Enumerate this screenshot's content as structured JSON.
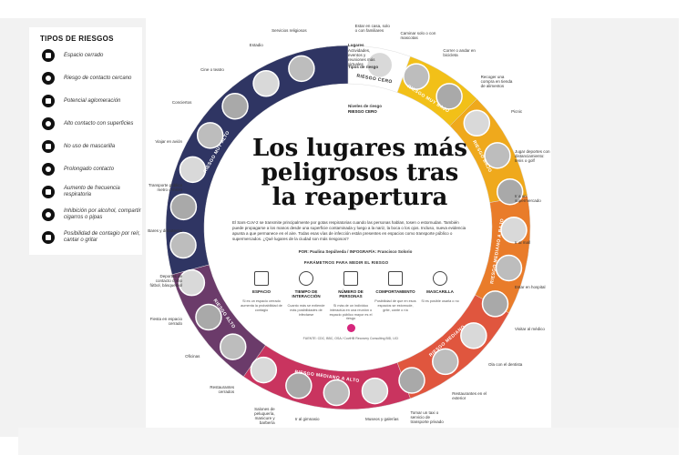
{
  "legend": {
    "title": "TIPOS DE RIESGOS",
    "items": [
      {
        "label": "Espacio cerrado",
        "icon": "building-icon"
      },
      {
        "label": "Riesgo de contacto cercano",
        "icon": "handshake-icon"
      },
      {
        "label": "Potencial aglomeración",
        "icon": "crowd-icon"
      },
      {
        "label": "Alto contacto con superficies",
        "icon": "hand-surface-icon"
      },
      {
        "label": "No uso de mascarilla",
        "icon": "mask-icon"
      },
      {
        "label": "Prolongado contacto",
        "icon": "people-icon"
      },
      {
        "label": "Aumento de frecuencia respiratoria",
        "icon": "lungs-icon"
      },
      {
        "label": "Inhibición por alcohol, compartir cigarros o pipas",
        "icon": "cigarette-icon"
      },
      {
        "label": "Posibilidad de contagio por reír, cantar o gritar",
        "icon": "mouth-icon"
      }
    ]
  },
  "headline": "Los lugares más peligrosos tras la reapertura",
  "intro": "El Sars-CoV-2 se transmite principalmente por gotas respiratorias cuando las personas hablan, tosen o estornudan. También puede propagarse a los manos desde una superficie contaminada y luego a la nariz, la boca o los ojos. Incluso, nueva evidencia apunta a que permanece en el aire. Todas esas vías de infección están presentes en espacios como transporte público o supermercados. ¿Qué lugares de la ciudad son más riesgosos?",
  "byline": "POR: Paulina Sepúlveda / INFOGRAFÍA: Francisco Solorio",
  "parameters": {
    "title": "PARÁMETROS PARA MEDIR EL RIESGO",
    "items": [
      {
        "name": "ESPACIO",
        "desc": "Si es un espacio cerrado aumenta la probabilidad de contagio"
      },
      {
        "name": "TIEMPO DE INTERACCIÓN",
        "desc": "Cuanto más se extiende más posibilidades de infectarse"
      },
      {
        "name": "NÚMERO DE PERSONAS",
        "desc": "Si más de un individuo interactúa en una reunión o espacio público mayor es el riesgo"
      },
      {
        "name": "COMPORTAMIENTO",
        "desc": "Posibilidad de que en esos espacios se estornude, grite, cante o ría"
      },
      {
        "name": "MASCARILLA",
        "desc": "Si es posible usarla o no"
      }
    ]
  },
  "source": "FUENTE: CDC, BBC, OSA / CoviHB Recovery Consulting BID, UCI",
  "ring": {
    "labels": [
      "RIESGO CERO",
      "RIESGO MUY BAJO",
      "RIESGO BAJO",
      "RIESGO MEDIANO A BAJO",
      "RIESGO MEDIANO",
      "RIESGO MEDIANO A ALTO",
      "RIESGO ALTO",
      "RIESGO MUY ALTO"
    ],
    "colors": {
      "riesgo_cero": "#ffffff",
      "muy_bajo": "#f2c018",
      "bajo": "#efa91c",
      "mediano_bajo": "#e97c2a",
      "mediano": "#e0563e",
      "mediano_alto": "#c9345f",
      "alto": "#6b3b6a",
      "muy_alto": "#2f3563"
    }
  },
  "key_labels": {
    "lugares": "Lugares",
    "lugares_desc": "Actividades, eventos y reuniones más virtuales",
    "tipos": "Tipos de riesgo",
    "nivel": "Niveles de riesgo",
    "nivel_value": "RIESGO CERO"
  },
  "places": [
    "Servicios religiosos",
    "Estadio",
    "Cine o teatro",
    "Conciertos",
    "Viajar en avión",
    "Transporte público metro o micro",
    "Bares y discotecas",
    "Deportes de contacto como fútbol, básquetbol",
    "Fiesta en espacio cerrado",
    "Oficinas",
    "Restaurantes cerrados",
    "Salones de peluquería, manicure y barbería",
    "Ir al gimnasio",
    "Museos y galerías",
    "Tomar un taxi o servicio de transporte privado",
    "Restaurantes en el exterior",
    "Ola con el dentista",
    "Visitar al médico",
    "Estar en hospital",
    "Ir al mall",
    "Ir a un supermercado",
    "Jugar deportes con distanciamiento: tenis o golf",
    "Picnic",
    "Recoger una compra en tienda de alimentos",
    "Correr o andar en bicicleta",
    "Caminar solo o con mascotas",
    "Estar en casa, solo o con familiares"
  ]
}
